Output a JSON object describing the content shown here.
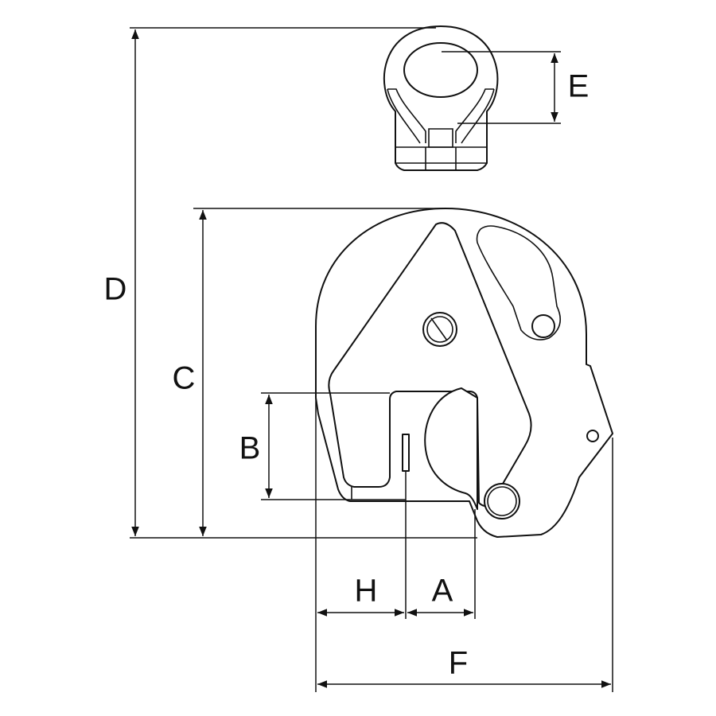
{
  "labels": {
    "A": "A",
    "B": "B",
    "C": "C",
    "D": "D",
    "E": "E",
    "F": "F",
    "H": "H"
  },
  "colors": {
    "line": "#111111",
    "background": "#ffffff"
  }
}
